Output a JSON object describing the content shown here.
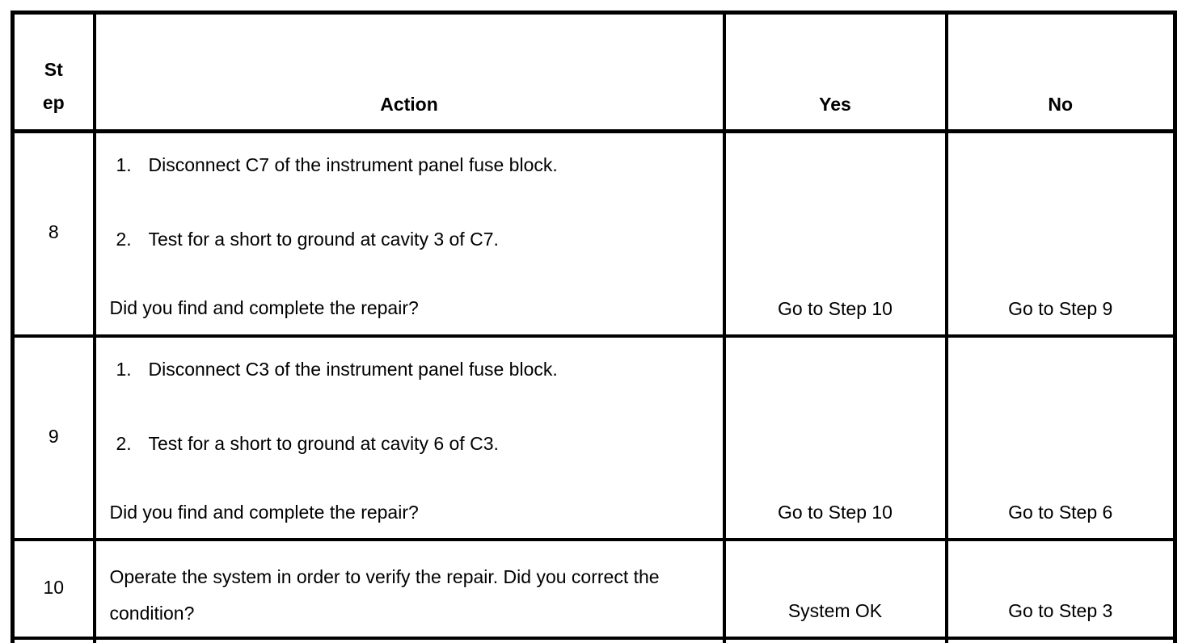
{
  "colors": {
    "border": "#000000",
    "background": "#ffffff",
    "text": "#000000"
  },
  "table": {
    "header": {
      "step": "St\nep",
      "action": "Action",
      "yes": "Yes",
      "no": "No"
    },
    "rows": [
      {
        "step": "8",
        "items": [
          {
            "num": "1.",
            "text": "Disconnect C7 of the instrument panel fuse block."
          },
          {
            "num": "2.",
            "text": "Test for a short to ground at cavity 3 of C7."
          }
        ],
        "question": "Did you find and complete the repair?",
        "yes": "Go to Step 10",
        "no": "Go to Step 9"
      },
      {
        "step": "9",
        "items": [
          {
            "num": "1.",
            "text": "Disconnect C3 of the instrument panel fuse block."
          },
          {
            "num": "2.",
            "text": "Test for a short to ground at cavity 6 of C3."
          }
        ],
        "question": "Did you find and complete the repair?",
        "yes": "Go to Step 10",
        "no": "Go to Step 6"
      },
      {
        "step": "10",
        "action": "Operate the system in order to verify the repair. Did you correct the condition?",
        "yes": "System OK",
        "no": "Go to Step 3"
      }
    ]
  }
}
